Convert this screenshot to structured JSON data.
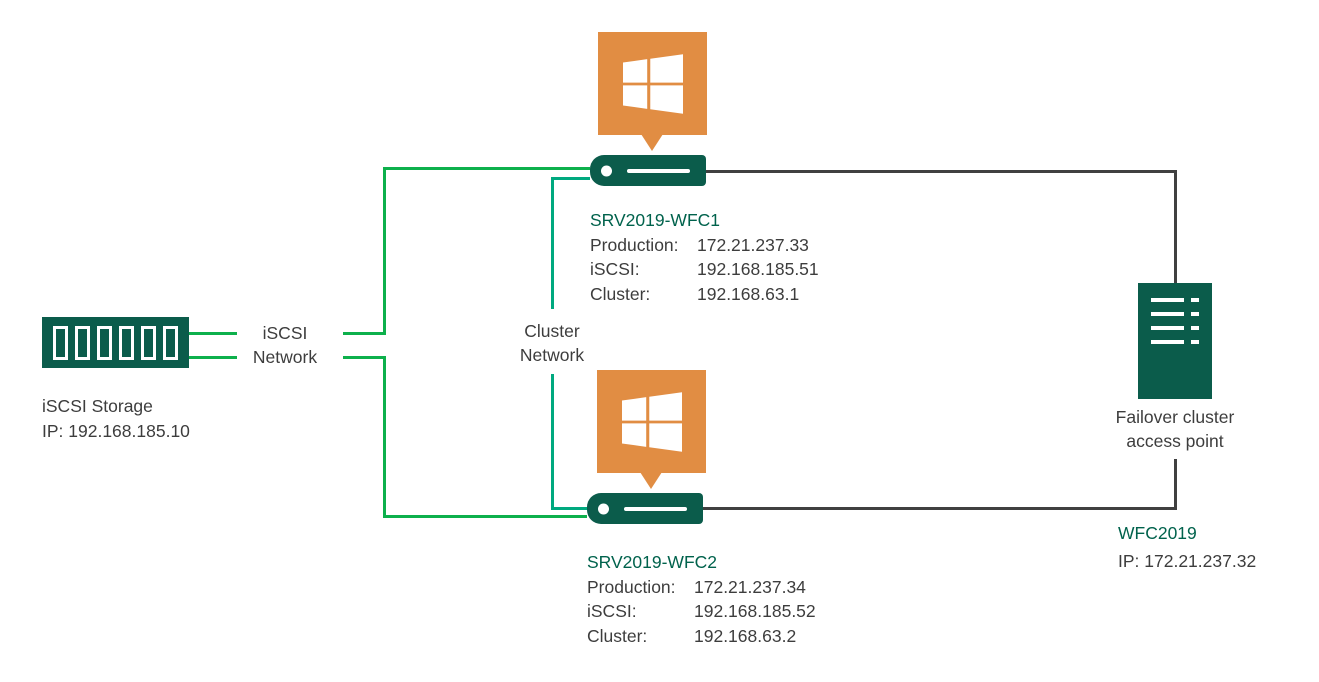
{
  "colors": {
    "shape_green": "#0b5c4b",
    "heading_green": "#00624c",
    "iscsi_line": "#0db04c",
    "cluster_line": "#00a97f",
    "uplink_line": "#404040",
    "orange": "#e18d43",
    "text_gray": "#3d3d3d"
  },
  "icons": {
    "storage": "disk-array-icon",
    "server_badge": "windows-logo-icon",
    "server_unit": "rack-server-icon",
    "access_point": "tower-server-icon"
  },
  "storage": {
    "title": "iSCSI Storage",
    "ip": "IP: 192.168.185.10"
  },
  "networks": {
    "iscsi": {
      "line1": "iSCSI",
      "line2": "Network"
    },
    "cluster": {
      "line1": "Cluster",
      "line2": "Network"
    }
  },
  "servers": [
    {
      "name": "SRV2019-WFC1",
      "rows": [
        {
          "label": "Production:",
          "value": "172.21.237.33"
        },
        {
          "label": "iSCSI:",
          "value": "192.168.185.51"
        },
        {
          "label": "Cluster:",
          "value": "192.168.63.1"
        }
      ]
    },
    {
      "name": "SRV2019-WFC2",
      "rows": [
        {
          "label": "Production:",
          "value": "172.21.237.34"
        },
        {
          "label": "iSCSI:",
          "value": "192.168.185.52"
        },
        {
          "label": "Cluster:",
          "value": "192.168.63.2"
        }
      ]
    }
  ],
  "access_point": {
    "caption_line1": "Failover cluster",
    "caption_line2": "access point",
    "name": "WFC2019",
    "ip": "IP: 172.21.237.32"
  }
}
